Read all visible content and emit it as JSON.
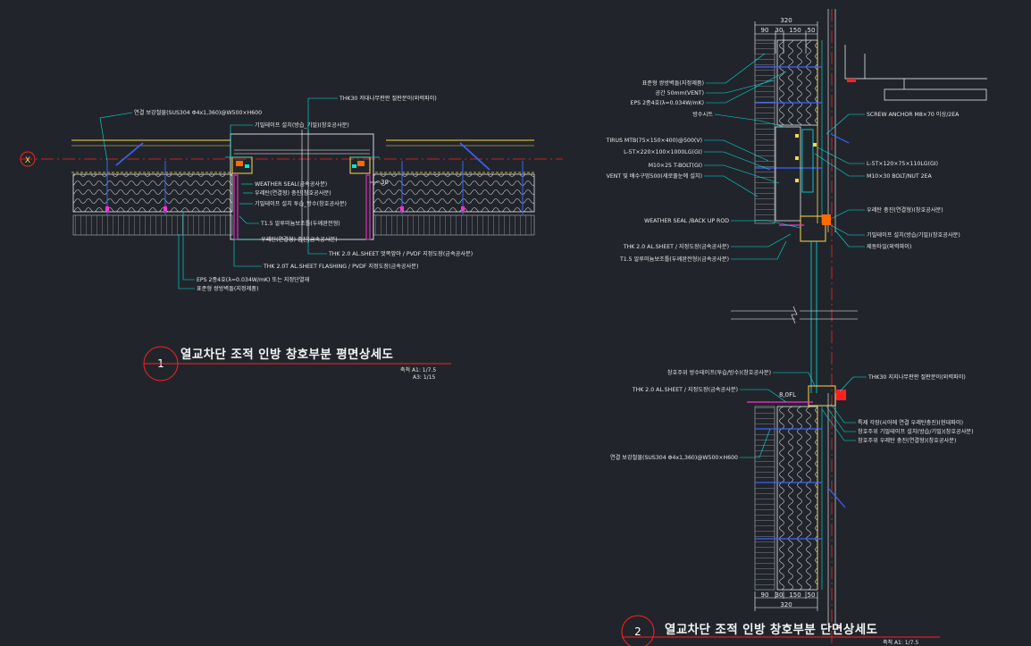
{
  "colors": {
    "background": "#21252b",
    "leader": "#00e5e5",
    "insulation": "#ffffff",
    "brick": "#9aa0a6",
    "frame": "#ffd84a",
    "metal": "#ff2fd6",
    "anchor": "#3c63ff",
    "centerline": "#ff2020",
    "dimension": "#ffffff"
  },
  "plan": {
    "axis_label": "X",
    "title_number": "1",
    "title": "열교차단 조적 인방 창호부분 평면상세도",
    "scale_a1": "축척 A1: 1/7.5",
    "scale_a3": "A3: 1/15",
    "labels": [
      "THK30 저대나무판판 절판분이(외력파이)",
      "연결 보강철물(SUS304 Φ4x1,360)@W500×H600",
      "기밀테이프 설치(방습_기밀)(창호공사분)",
      "WEATHER SEAL(금속공사분)",
      "우레탄(연결형) 충진(창호공사분)",
      "기밀테이프 설치 투습_방수(창호공사분)",
      "T1.5 알루미늄보조틀(두께완전형)",
      "우레탄(연결형) 충진(금속공사분)",
      "THK 2.0 AL.SHEET 멋쪽앞아 / PVDF 지정도장(금속공사분)",
      "THK 2.0T AL.SHEET FLASHING / PVDF 지정도장(금속공사분)",
      "EPS 2종4호(λ=0.034W/mK) 또는 지정단열재",
      "표준형 쌍방벽돌(지정제품)"
    ],
    "dim_30": "30"
  },
  "section": {
    "title_number": "2",
    "title": "열교차단 조적 인방 창호부분 단면상세도",
    "scale_a1": "축척 A1: 1/7.5",
    "dims_top": {
      "total": "320",
      "parts": [
        "90",
        "30",
        "150",
        "50"
      ]
    },
    "dims_bottom": {
      "total": "320",
      "parts": [
        "90",
        "30",
        "150",
        "50"
      ]
    },
    "dim_level": "8,0FL",
    "labels_left": [
      "표준형 쌍방벽돌(지정제품)",
      "공간 50mm(VENT)",
      "EPS 2종4호(λ=0.034W/mK)",
      "방수시트",
      "TIRUS MTB(75×150×400)@500(V)",
      "L-5T×220×100×1000LG(GI)",
      "M10×25 T-BOLT(GI)",
      "VENT 및 배수구멍500(세로줄눈에 설치)",
      "WEATHER SEAL /BACK UP ROD",
      "THK 2.0 AL.SHEET / 지정도장(금속공사분)",
      "T1.5 알루미늄보조틀(두께완전형)(금속공사분)"
    ],
    "labels_right": [
      "SCREW ANCHOR M8×70 이상/2EA",
      "L-5T×120×75×110LG(GI)",
      "M10×30 BOLT/NUT 2EA",
      "우레탄 충진(연결형)(창호공사분)",
      "기밀테이프 설치(방습/기밀)(창호공사분)",
      "제동타일(외력파이)"
    ],
    "labels_lower_left": [
      "창호주위 방수테이프(투습/방수)(창호공사분)",
      "THK 2.0 AL.SHEET / 지정도장(금속공사분)",
      "연결 보강철물(SUS304 Φ4x1,360)@W500×H600"
    ],
    "labels_lower_right": [
      "THK30 지지나무판판 절판분이(외력파이)",
      "특제 각장(시어에 연결 우레탄충진)(현대파이)",
      "창호주위 기밀테이프 설치(방습/기밀)(창호공사분)",
      "창호주위 우레탄 충진(연결형)(창호공사분)"
    ]
  }
}
